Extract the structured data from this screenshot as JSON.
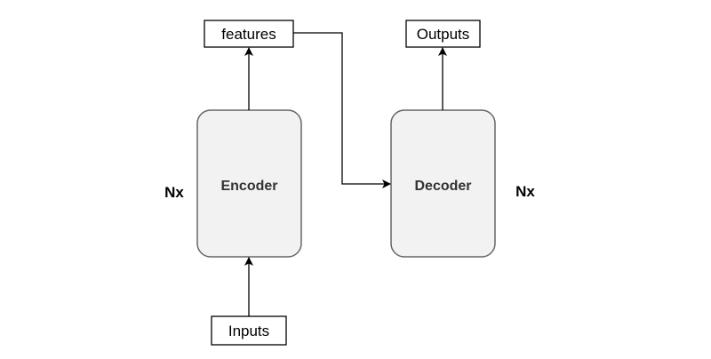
{
  "diagram": {
    "features_label": "features",
    "outputs_label": "Outputs",
    "inputs_label": "Inputs",
    "encoder_label": "Encoder",
    "decoder_label": "Decoder",
    "encoder_repeat": "Nx",
    "decoder_repeat": "Nx"
  },
  "colors": {
    "block_fill": "#f2f2f2",
    "block_stroke": "#666666",
    "box_stroke": "#000000",
    "arrow": "#000000"
  }
}
